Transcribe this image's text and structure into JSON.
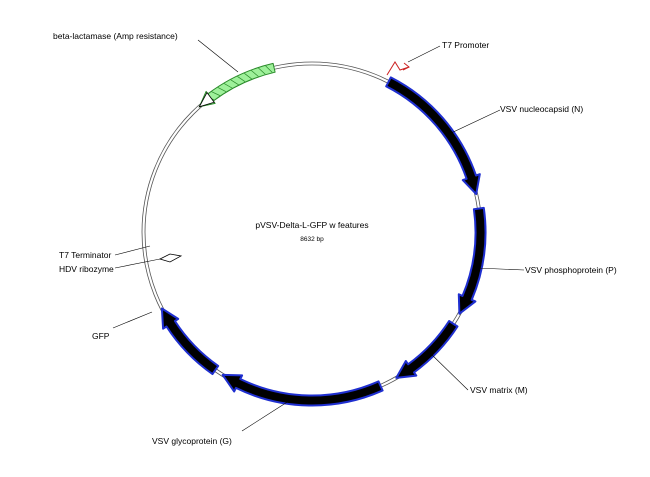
{
  "plasmid": {
    "name": "pVSV-Delta-L-GFP w features",
    "size": "8632 bp"
  },
  "features": {
    "bla": "beta-lactamase (Amp resistance)",
    "t7_promoter": "T7 Promoter",
    "vsv_n": "VSV nucleocapsid (N)",
    "vsv_p": "VSV phosphoprotein (P)",
    "vsv_m": "VSV matrix (M)",
    "vsv_g": "VSV glycoprotein (G)",
    "gfp": "GFP",
    "t7_terminator": "T7 Terminator",
    "hdv_ribozyme": "HDV ribozyme"
  },
  "colors": {
    "gene_fill": "#000000",
    "gene_outline": "#1f2fd0",
    "bla_fill": "#9ef09a",
    "bla_outline": "#2a8a2a",
    "promoter": "#cc2222",
    "backbone": "#555555"
  }
}
